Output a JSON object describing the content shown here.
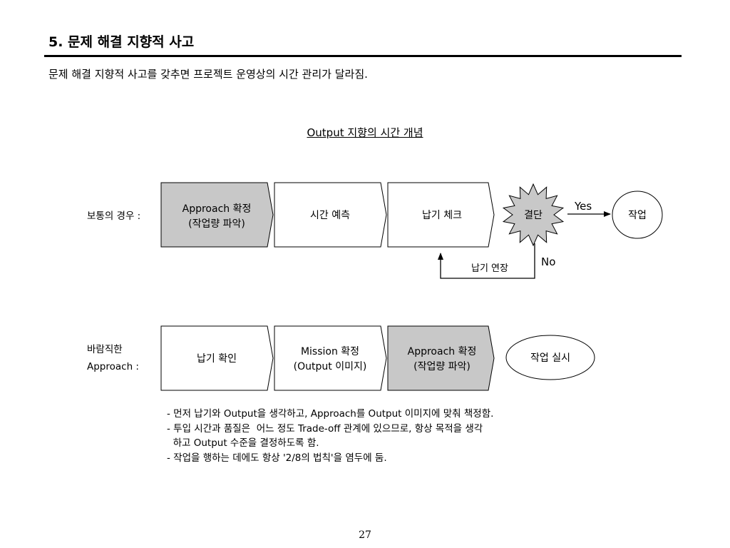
{
  "header": {
    "title": "5. 문제 해결 지향적 사고",
    "subtitle": "문제 해결 지향적 사고를 갖추면 프로젝트 운영상의 시간 관리가 달라짐."
  },
  "diagram": {
    "title": "Output 지향의 시간 개념",
    "row_normal": {
      "label": "보통의 경우 :",
      "step1": [
        "Approach 확정",
        "(작업량 파악)"
      ],
      "step2": "시간 예측",
      "step3": "납기 체크",
      "decision": "결단",
      "yes": "Yes",
      "no": "No",
      "result": "작업",
      "loop": "납기 연장"
    },
    "row_ideal": {
      "label": [
        "바람직한",
        "Approach :"
      ],
      "step1": "납기 확인",
      "step2": [
        "Mission 확정",
        "(Output 이미지)"
      ],
      "step3": [
        "Approach 확정",
        "(작업량 파악)"
      ],
      "result": "작업 실시"
    },
    "colors": {
      "shaded": "#c8c8c8",
      "white": "#ffffff",
      "line": "#000000"
    }
  },
  "notes": [
    "- 먼저 납기와 Output을 생각하고, Approach를 Output 이미지에 맞춰 책정함.",
    "- 투입 시간과 품질은  어느 정도 Trade-off 관계에 있으므로, 항상 목적을 생각",
    "  하고 Output 수준을 결정하도록 함.",
    "- 작업을 행하는 데에도 항상 '2/8의 법칙'을 염두에 둠."
  ],
  "footer": {
    "page_number": "27"
  }
}
